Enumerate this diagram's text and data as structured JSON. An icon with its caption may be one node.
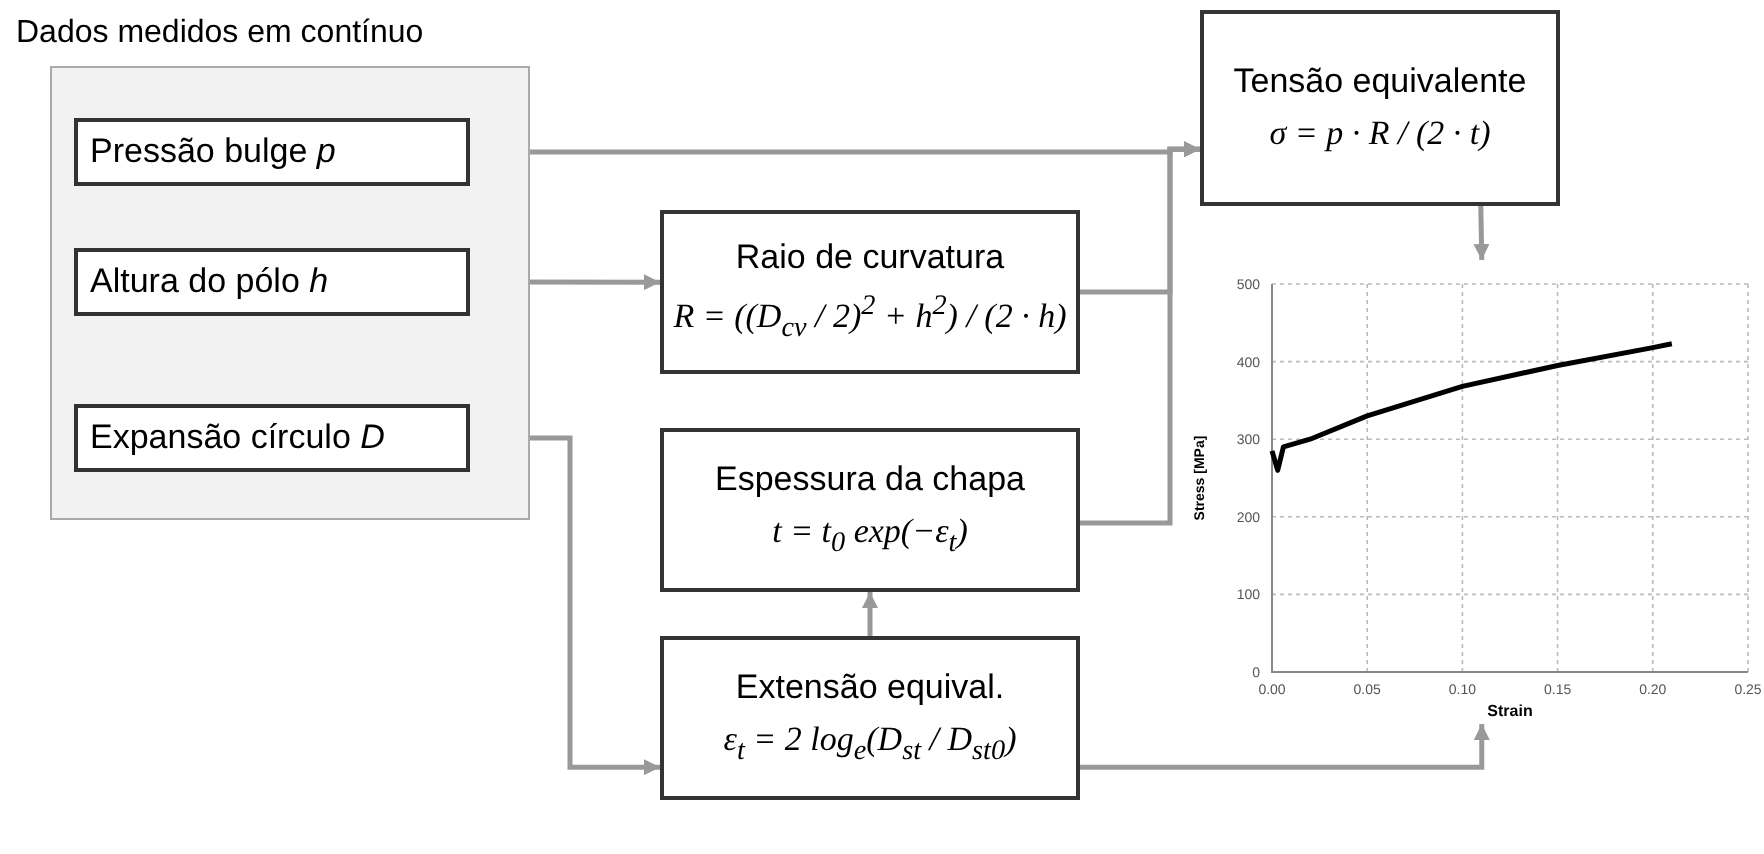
{
  "diagram": {
    "nodes": [
      {
        "text": [
          "Dados medidos em contínuo"
        ]
      },
      {
        "text": [
          "Pressão bulge *p*"
        ],
        "in": 0
      },
      {
        "text": [
          "Altura do pólo *h*"
        ],
        "in": 0
      },
      {
        "text": [
          "Expansão círculo *D*"
        ],
        "in": 0
      },
      {
        "text": [
          "Raio de curvatura",
          "R = ((D$_{cv}$ / 2)$^{2}$ + h$^{2}$) / (2 · h)"
        ]
      },
      {
        "text": [
          "Espessura da chapa",
          "t = t$_{0}$ exp(−ε$_{t}$)"
        ]
      },
      {
        "text": [
          "Extensão equival.",
          "ε$_{t}$ = 2 log$_{e}$(D$_{st}$ / D$_{st0}$)"
        ]
      },
      {
        "text": [
          "Tensão equivalente",
          "σ = p · R / (2 · t)"
        ]
      },
      {
        "text": [],
        "shape": "picture"
      }
    ],
    "edges": [
      {
        "from": 1,
        "to": 7,
        "arrow": "to"
      },
      {
        "from": 2,
        "to": 4,
        "arrow": "to"
      },
      {
        "from": 3,
        "to": 6,
        "arrow": "to"
      },
      {
        "from": 6,
        "to": 5,
        "arrow": "to"
      },
      {
        "from": 4,
        "to": 7,
        "arrow": "to"
      },
      {
        "from": 5,
        "to": 7,
        "arrow": "to"
      },
      {
        "from": 7,
        "to": 8,
        "arrow": "to"
      },
      {
        "from": 6,
        "to": 8,
        "arrow": "to"
      }
    ],
    "chart_data": {
      "type": "line",
      "xlabel": "Strain",
      "ylabel": "Stress [MPa]",
      "x": [
        0,
        0.003,
        0.006,
        0.02,
        0.05,
        0.1,
        0.15,
        0.2,
        0.21
      ],
      "series": [
        {
          "color": "#000000",
          "values": [
            285,
            260,
            290,
            300,
            330,
            368,
            395,
            418,
            423
          ]
        }
      ],
      "xlim": [
        0,
        0.25
      ],
      "ylim": [
        0,
        500
      ],
      "xticks": [
        {
          "value": 0,
          "label": "0.00"
        },
        {
          "value": 0.05,
          "label": "0.05"
        },
        {
          "value": 0.1,
          "label": "0.10"
        },
        {
          "value": 0.15,
          "label": "0.15"
        },
        {
          "value": 0.2,
          "label": "0.20"
        },
        {
          "value": 0.25,
          "label": "0.25"
        }
      ],
      "yticks": [
        0,
        100,
        200,
        300,
        400,
        500
      ],
      "grid": true
    }
  }
}
